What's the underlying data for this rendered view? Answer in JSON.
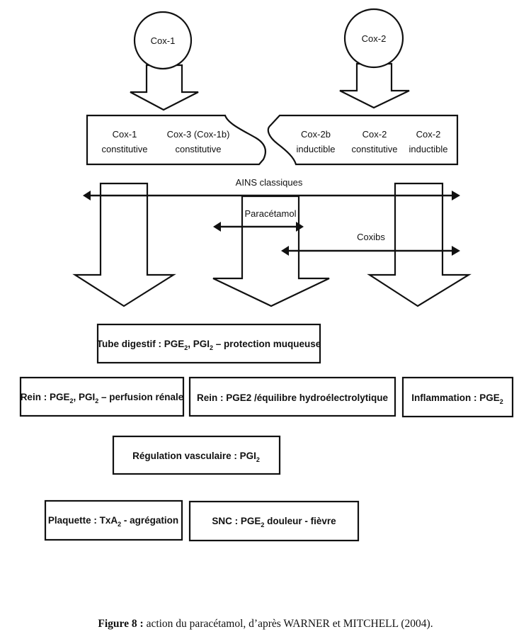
{
  "enzymes": {
    "cox1": "Cox-1",
    "cox2": "Cox-2"
  },
  "isoforms": {
    "left": [
      {
        "name": "Cox-1",
        "type": "constitutive"
      },
      {
        "name": "Cox-3 (Cox-1b)",
        "type": "constitutive"
      }
    ],
    "right": [
      {
        "name": "Cox-2b",
        "type": "inductible"
      },
      {
        "name": "Cox-2",
        "type": "constitutive"
      },
      {
        "name": "Cox-2",
        "type": "inductible"
      }
    ]
  },
  "inhibitors": {
    "ains": "AINS classiques",
    "paracetamol": "Paracétamol",
    "coxibs": "Coxibs"
  },
  "effects": {
    "tube_digestif": {
      "prefix": "Tube digestif : PGE",
      "s1": "2",
      "mid": ", PGI",
      "s2": "2",
      "suffix": " – protection muqueuse"
    },
    "rein_perfusion": {
      "prefix": "Rein : PGE",
      "s1": "2",
      "mid": ", PGI",
      "s2": "2",
      "suffix": " – perfusion rénale"
    },
    "rein_equilibre": {
      "text": "Rein : PGE2 /équilibre hydroélectrolytique"
    },
    "inflammation": {
      "prefix": "Inflammation : PGE",
      "s1": "2"
    },
    "regulation": {
      "prefix": "Régulation vasculaire : PGI",
      "s1": "2"
    },
    "plaquette": {
      "prefix": "Plaquette : TxA",
      "s1": "2",
      "suffix": " - agrégation"
    },
    "snc": {
      "prefix": "SNC : PGE",
      "s1": "2",
      "suffix": " douleur - fièvre"
    }
  },
  "caption": {
    "label": "Figure 8 :",
    "text": " action du paracétamol, d’après WARNER et MITCHELL (2004)."
  }
}
